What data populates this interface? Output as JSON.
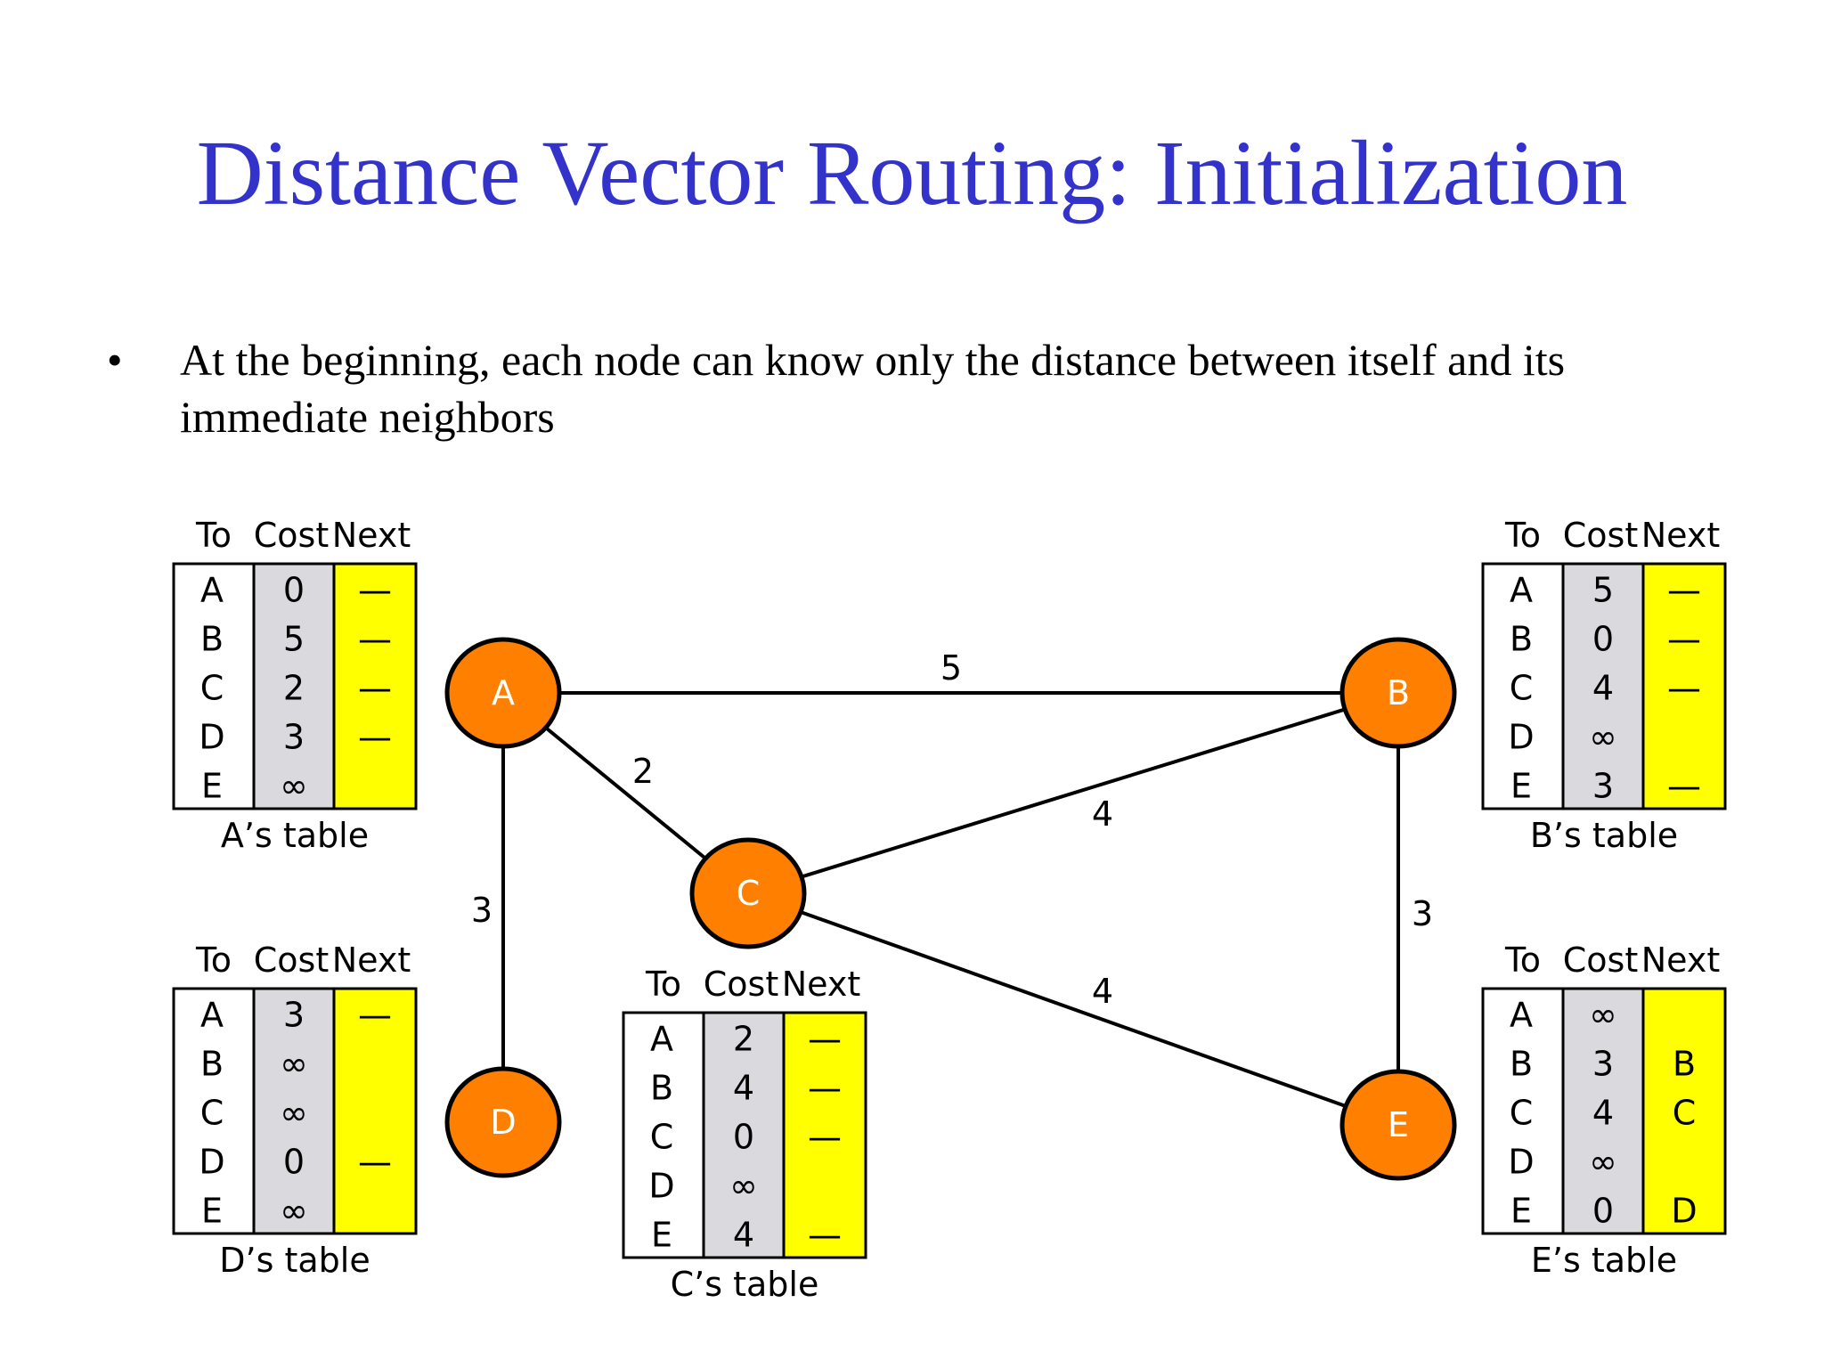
{
  "title": "Distance Vector Routing: Initialization",
  "bullet": "At the beginning, each node can know only the distance between itself and its immediate neighbors",
  "colors": {
    "title": "#3333cc",
    "node": "#ff8000",
    "cost_column": "#d9d9de",
    "next_column": "#ffff00"
  },
  "table_headers": {
    "to": "To",
    "cost": "Cost",
    "next": "Next"
  },
  "nodes": [
    {
      "id": "A",
      "label": "A"
    },
    {
      "id": "B",
      "label": "B"
    },
    {
      "id": "C",
      "label": "C"
    },
    {
      "id": "D",
      "label": "D"
    },
    {
      "id": "E",
      "label": "E"
    }
  ],
  "edges": [
    {
      "from": "A",
      "to": "B",
      "cost": "5"
    },
    {
      "from": "A",
      "to": "C",
      "cost": "2"
    },
    {
      "from": "A",
      "to": "D",
      "cost": "3"
    },
    {
      "from": "B",
      "to": "C",
      "cost": "4"
    },
    {
      "from": "B",
      "to": "E",
      "cost": "3"
    },
    {
      "from": "C",
      "to": "E",
      "cost": "4"
    }
  ],
  "tables": [
    {
      "id": "A",
      "caption": "A’s table",
      "rows": [
        {
          "to": "A",
          "cost": "0",
          "next": "—"
        },
        {
          "to": "B",
          "cost": "5",
          "next": "—"
        },
        {
          "to": "C",
          "cost": "2",
          "next": "—"
        },
        {
          "to": "D",
          "cost": "3",
          "next": "—"
        },
        {
          "to": "E",
          "cost": "∞",
          "next": ""
        }
      ]
    },
    {
      "id": "B",
      "caption": "B’s table",
      "rows": [
        {
          "to": "A",
          "cost": "5",
          "next": "—"
        },
        {
          "to": "B",
          "cost": "0",
          "next": "—"
        },
        {
          "to": "C",
          "cost": "4",
          "next": "—"
        },
        {
          "to": "D",
          "cost": "∞",
          "next": ""
        },
        {
          "to": "E",
          "cost": "3",
          "next": "—"
        }
      ]
    },
    {
      "id": "C",
      "caption": "C’s table",
      "rows": [
        {
          "to": "A",
          "cost": "2",
          "next": "—"
        },
        {
          "to": "B",
          "cost": "4",
          "next": "—"
        },
        {
          "to": "C",
          "cost": "0",
          "next": "—"
        },
        {
          "to": "D",
          "cost": "∞",
          "next": ""
        },
        {
          "to": "E",
          "cost": "4",
          "next": "—"
        }
      ]
    },
    {
      "id": "D",
      "caption": "D’s table",
      "rows": [
        {
          "to": "A",
          "cost": "3",
          "next": "—"
        },
        {
          "to": "B",
          "cost": "∞",
          "next": ""
        },
        {
          "to": "C",
          "cost": "∞",
          "next": ""
        },
        {
          "to": "D",
          "cost": "0",
          "next": "—"
        },
        {
          "to": "E",
          "cost": "∞",
          "next": ""
        }
      ]
    },
    {
      "id": "E",
      "caption": "E’s table",
      "rows": [
        {
          "to": "A",
          "cost": "∞",
          "next": ""
        },
        {
          "to": "B",
          "cost": "3",
          "next": "B"
        },
        {
          "to": "C",
          "cost": "4",
          "next": "C"
        },
        {
          "to": "D",
          "cost": "∞",
          "next": ""
        },
        {
          "to": "E",
          "cost": "0",
          "next": "D"
        }
      ]
    }
  ]
}
